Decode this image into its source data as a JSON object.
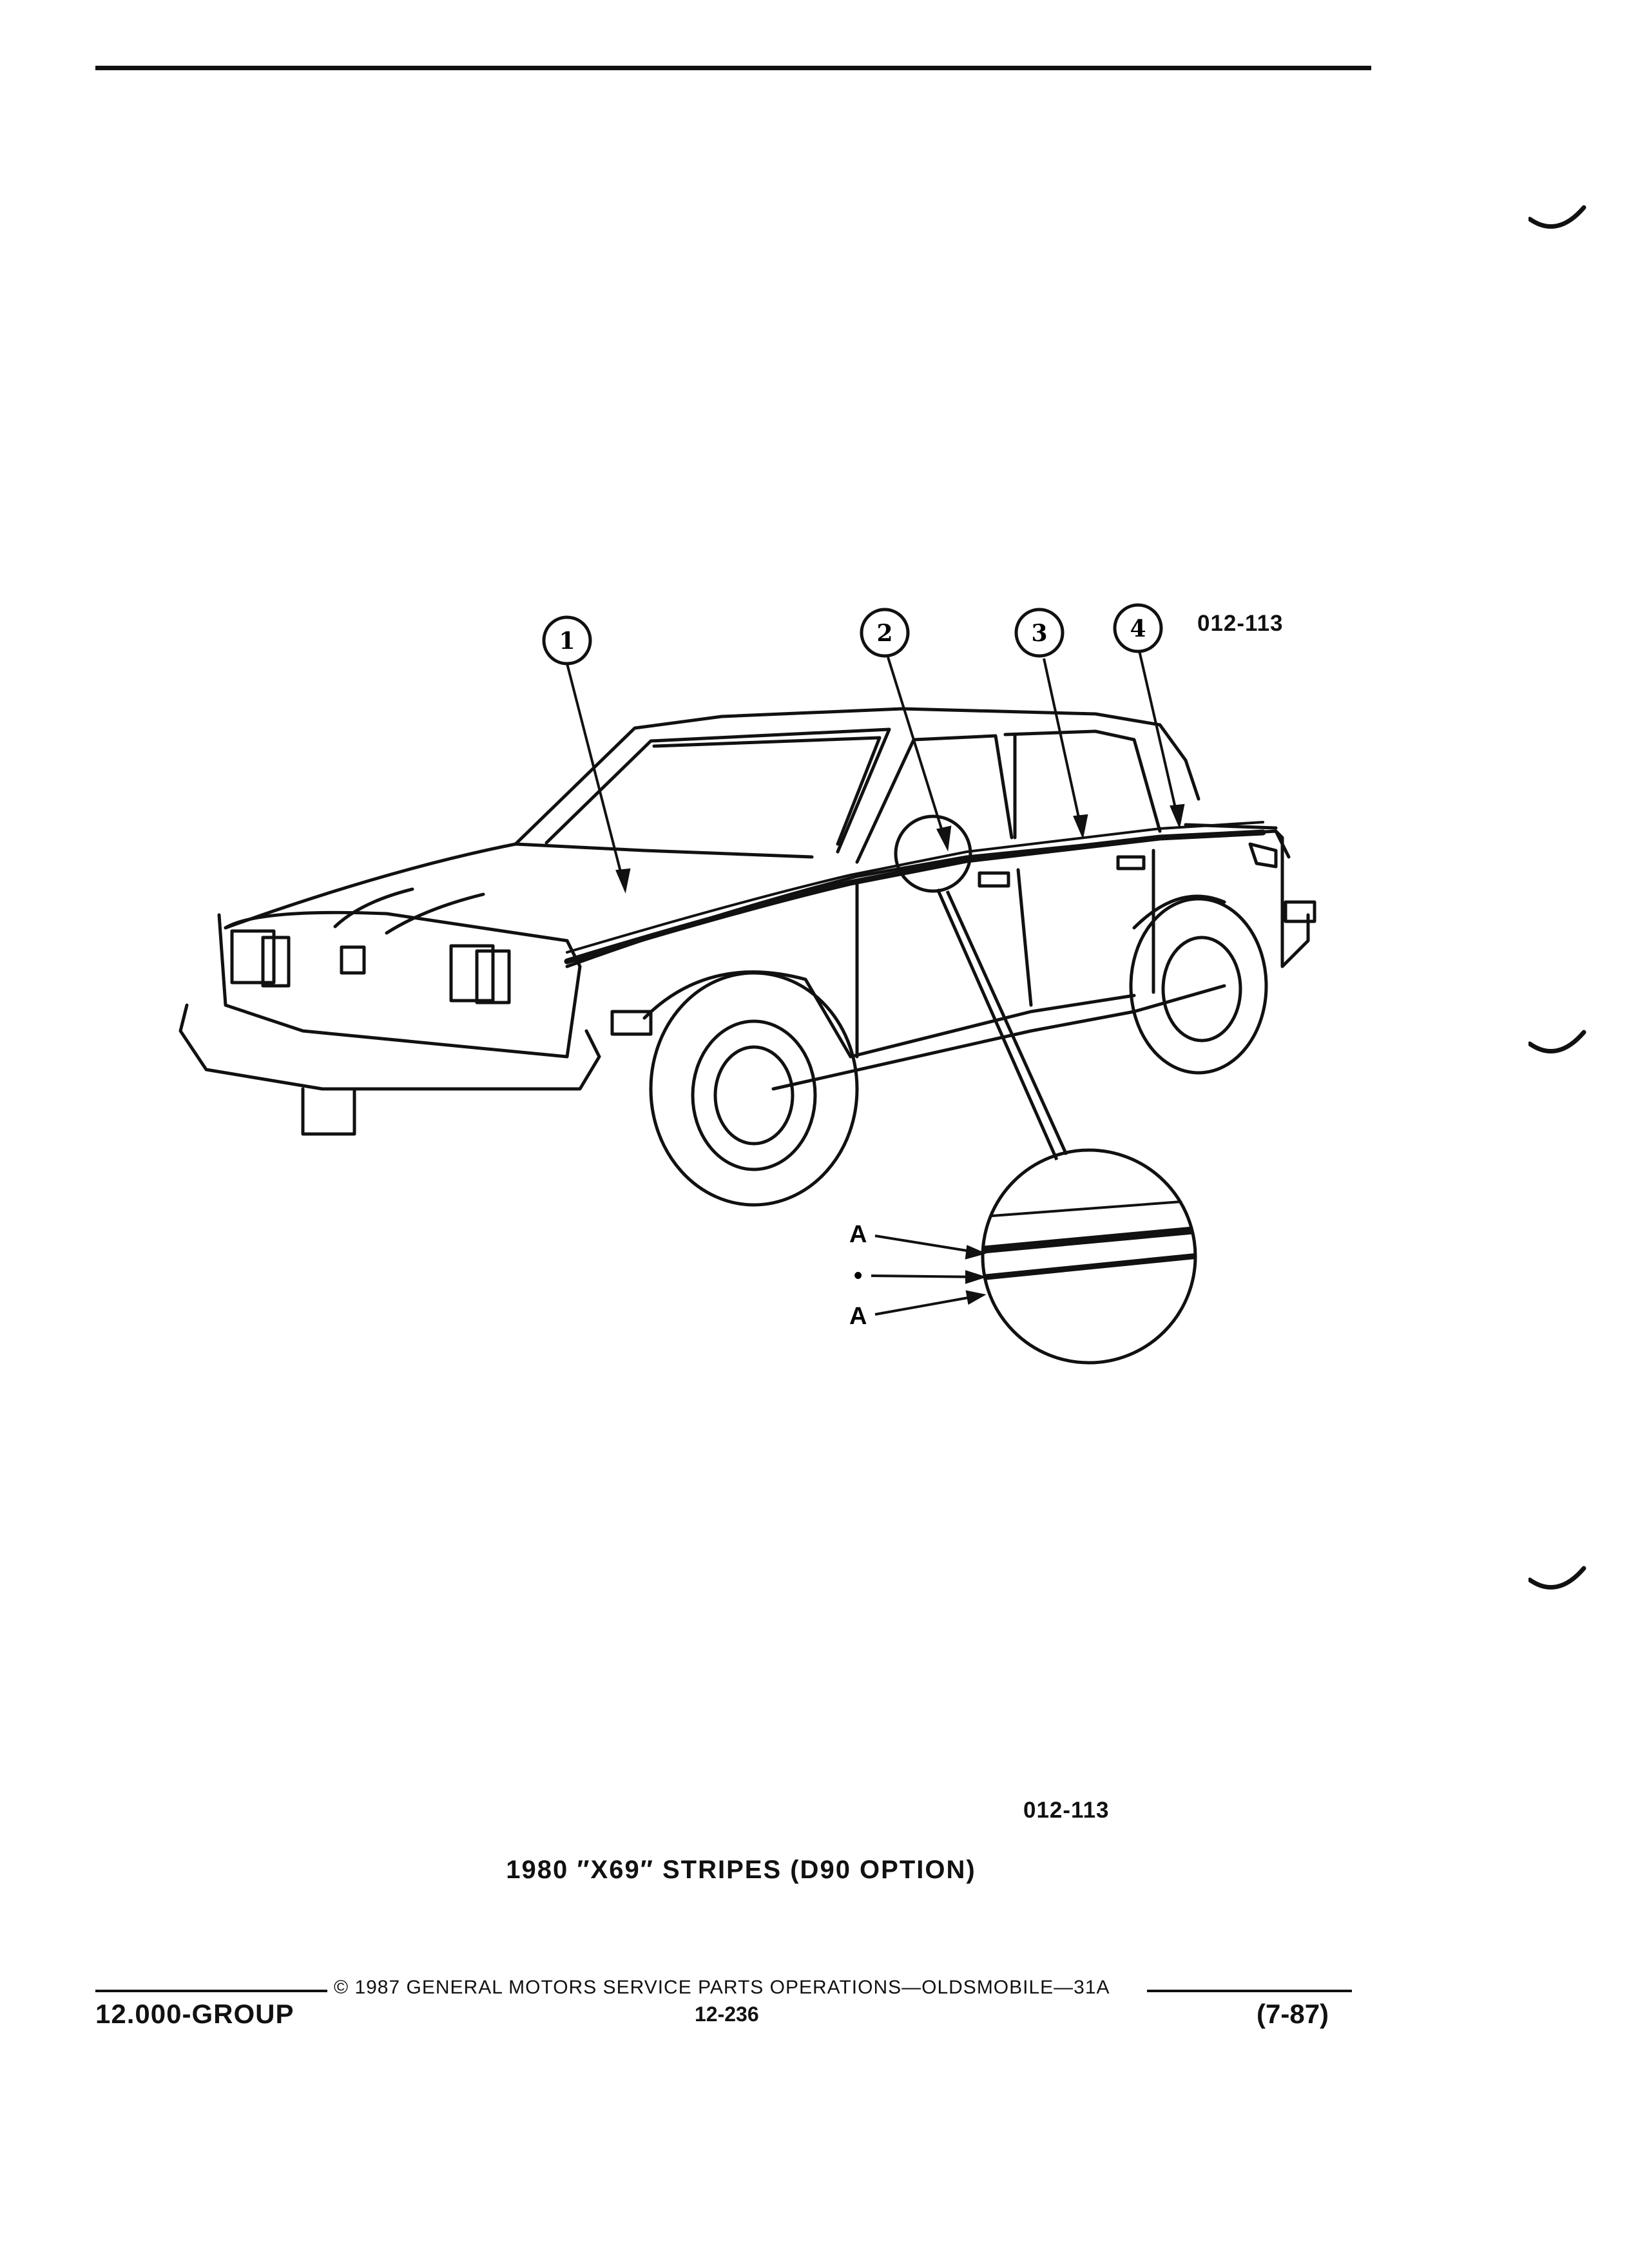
{
  "figure": {
    "id_top": "012-113",
    "id_bottom": "012-113",
    "caption": "1980 ″X69″ STRIPES (D90 OPTION)",
    "callouts": [
      "1",
      "2",
      "3",
      "4"
    ],
    "detail_labels": [
      "A",
      "•",
      "A"
    ]
  },
  "footer": {
    "copyright": "© 1987 GENERAL MOTORS SERVICE PARTS OPERATIONS—OLDSMOBILE—31A",
    "group": "12.000-GROUP",
    "page": "12-236",
    "date": "(7-87)"
  }
}
